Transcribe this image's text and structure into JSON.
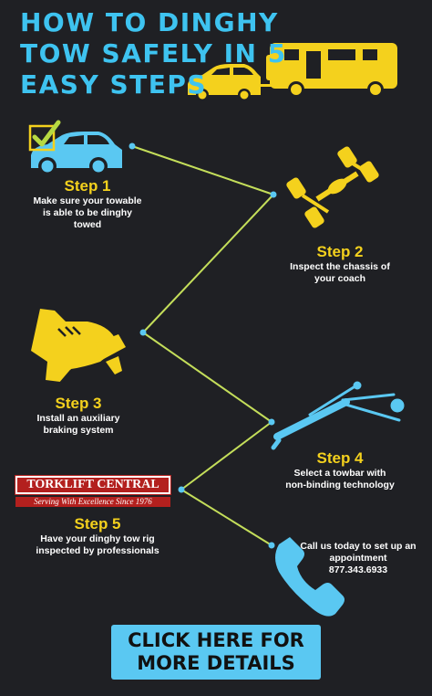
{
  "title": {
    "line1": "HOW TO DINGHY",
    "line2": "TOW SAFELY IN 5",
    "line3": "EASY STEPS"
  },
  "steps": [
    {
      "heading": "Step 1",
      "line1": "Make sure your towable",
      "line2": "is able to be dinghy",
      "line3": "towed"
    },
    {
      "heading": "Step 2",
      "line1": "Inspect the chassis of",
      "line2": "your coach"
    },
    {
      "heading": "Step 3",
      "line1": "Install an auxiliary",
      "line2": "braking system"
    },
    {
      "heading": "Step 4",
      "line1": "Select a towbar with",
      "line2": "non-binding technology"
    },
    {
      "heading": "Step 5",
      "line1": "Have your dinghy tow rig",
      "line2": "inspected by professionals"
    }
  ],
  "logo": {
    "name": "TORKLIFT CENTRAL",
    "tagline": "Serving With Excellence Since 1976"
  },
  "contact": {
    "line1": "Call us today to set up an",
    "line2": "appointment",
    "phone": "877.343.6933"
  },
  "cta": {
    "line1": "CLICK HERE FOR",
    "line2": "MORE DETAILS"
  },
  "colors": {
    "background": "#1f2024",
    "title": "#3ec3f0",
    "step_heading": "#f4d11d",
    "connector": "#c4de5a",
    "node": "#5ac8f2",
    "button": "#5ac8f2"
  },
  "icons": [
    "rv-towing-car-icon",
    "checked-car-icon",
    "chassis-icon",
    "boot-brake-pedal-icon",
    "towbar-icon",
    "phone-icon"
  ]
}
